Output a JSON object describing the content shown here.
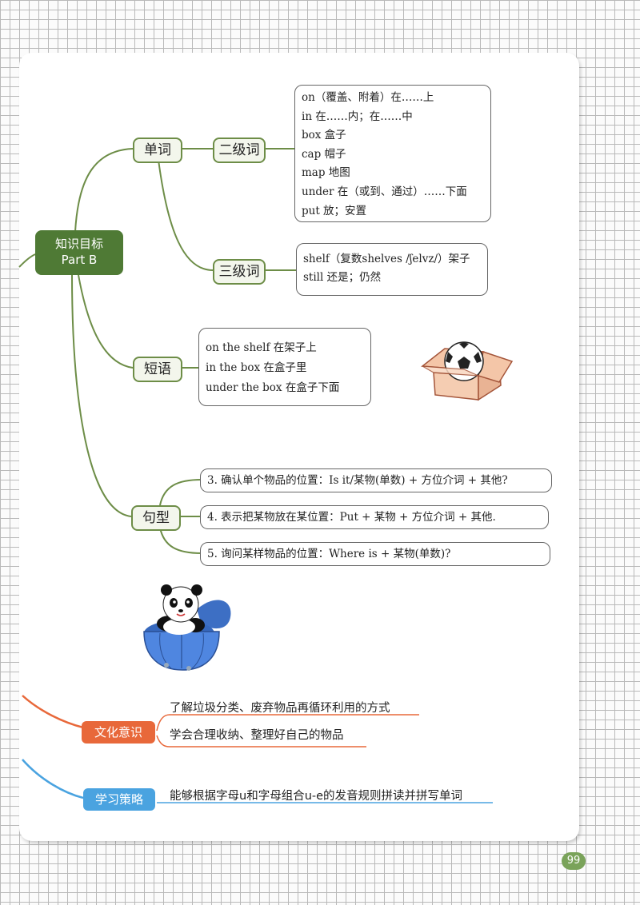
{
  "mindmap": {
    "root": {
      "line1": "知识目标",
      "line2": "Part B"
    },
    "words": {
      "label": "单词",
      "level2": {
        "label": "二级词",
        "items": [
          "on（覆盖、附着）在……上",
          "in 在……内；在……中",
          "box 盒子",
          "cap 帽子",
          "map 地图",
          "under 在（或到、通过）……下面",
          "put 放；安置"
        ]
      },
      "level3": {
        "label": "三级词",
        "items": [
          "shelf（复数shelves /ʃelvz/）架子",
          "still 还是；仍然"
        ]
      }
    },
    "phrases": {
      "label": "短语",
      "items": [
        "on the shelf 在架子上",
        "in the box 在盒子里",
        "under the box 在盒子下面"
      ]
    },
    "sentences": {
      "label": "句型",
      "items": [
        "3. 确认单个物品的位置：Is it/某物(单数) + 方位介词 + 其他?",
        "4. 表示把某物放在某位置：Put + 某物 + 方位介词 + 其他.",
        "5. 询问某样物品的位置：Where is + 某物(单数)?"
      ]
    }
  },
  "culture": {
    "label": "文化意识",
    "items": [
      "了解垃圾分类、废弃物品再循环利用的方式",
      "学会合理收纳、整理好自己的物品"
    ]
  },
  "strategy": {
    "label": "学习策略",
    "items": [
      "能够根据字母u和字母组合u-e的发音规则拼读并拼写单词"
    ]
  },
  "page_number": "99",
  "colors": {
    "green": "#6d8d47",
    "dark_green": "#4f7a35",
    "orange": "#e8683a",
    "blue": "#4aa3e0"
  },
  "illustrations": [
    "soccer-ball-in-box",
    "panda-in-cap"
  ]
}
